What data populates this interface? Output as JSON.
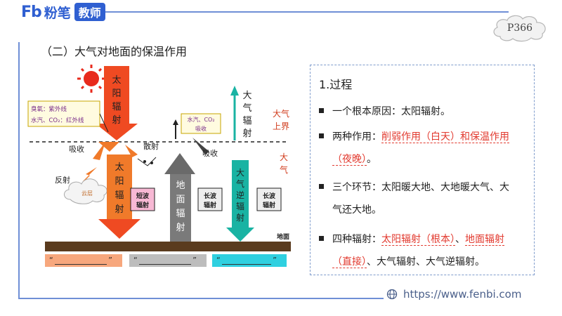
{
  "header": {
    "logo_mark": "Fb",
    "brand": "粉笔",
    "badge": "教师",
    "page_code": "P366"
  },
  "title": "（二）大气对地面的保温作用",
  "diagram": {
    "ozone_label_1": "臭氧：紫外线",
    "ozone_label_2": "水汽、CO₂：红外线",
    "solar_arrow": [
      "太",
      "阳",
      "辐",
      "射"
    ],
    "absorb_left": "吸收",
    "scatter": "散射",
    "absorb_right": "吸收",
    "reflect": "反射",
    "cloud": "云层",
    "atm_radiation": [
      "大",
      "气",
      "辐",
      "射"
    ],
    "atm_top": [
      "大气",
      "上界"
    ],
    "atm": [
      "大",
      "气"
    ],
    "vapor_box": [
      "水汽、CO₂",
      "吸收"
    ],
    "solar_arrow_2": [
      "太",
      "阳",
      "辐",
      "射"
    ],
    "short_wave": [
      "短波",
      "辐射"
    ],
    "ground_radiation": [
      "地",
      "面",
      "辐",
      "射"
    ],
    "long_wave_1": [
      "长波",
      "辐射"
    ],
    "counter_radiation": [
      "大",
      "气",
      "逆",
      "辐",
      "射"
    ],
    "long_wave_2": [
      "长波",
      "辐射"
    ],
    "ground": "地面",
    "blank_quotes": [
      "“",
      "”"
    ]
  },
  "textbox": {
    "heading": "1.过程",
    "items": [
      {
        "prefix": "一个根本原因：太阳辐射。"
      },
      {
        "prefix": "两种作用：",
        "red": "削弱作用（白天）和保温作用",
        "red2": "（夜晚）",
        "suffix": "。"
      },
      {
        "prefix": "三个环节：太阳暖大地、大地暖大气、大",
        "line2": "气还大地。"
      },
      {
        "prefix": "四种辐射：",
        "red": "太阳辐射（根本）",
        "mid": "、",
        "red2": "地面辐射",
        "red3": "（直接）",
        "suffix": "、大气辐射、大气逆辐射。"
      }
    ]
  },
  "footer": {
    "url": "https://www.fenbi.com"
  },
  "colors": {
    "brand_blue": "#2f5fd1",
    "accent_red": "#e23a2f",
    "orange": "#f07a2a",
    "teal": "#19b3a3"
  }
}
